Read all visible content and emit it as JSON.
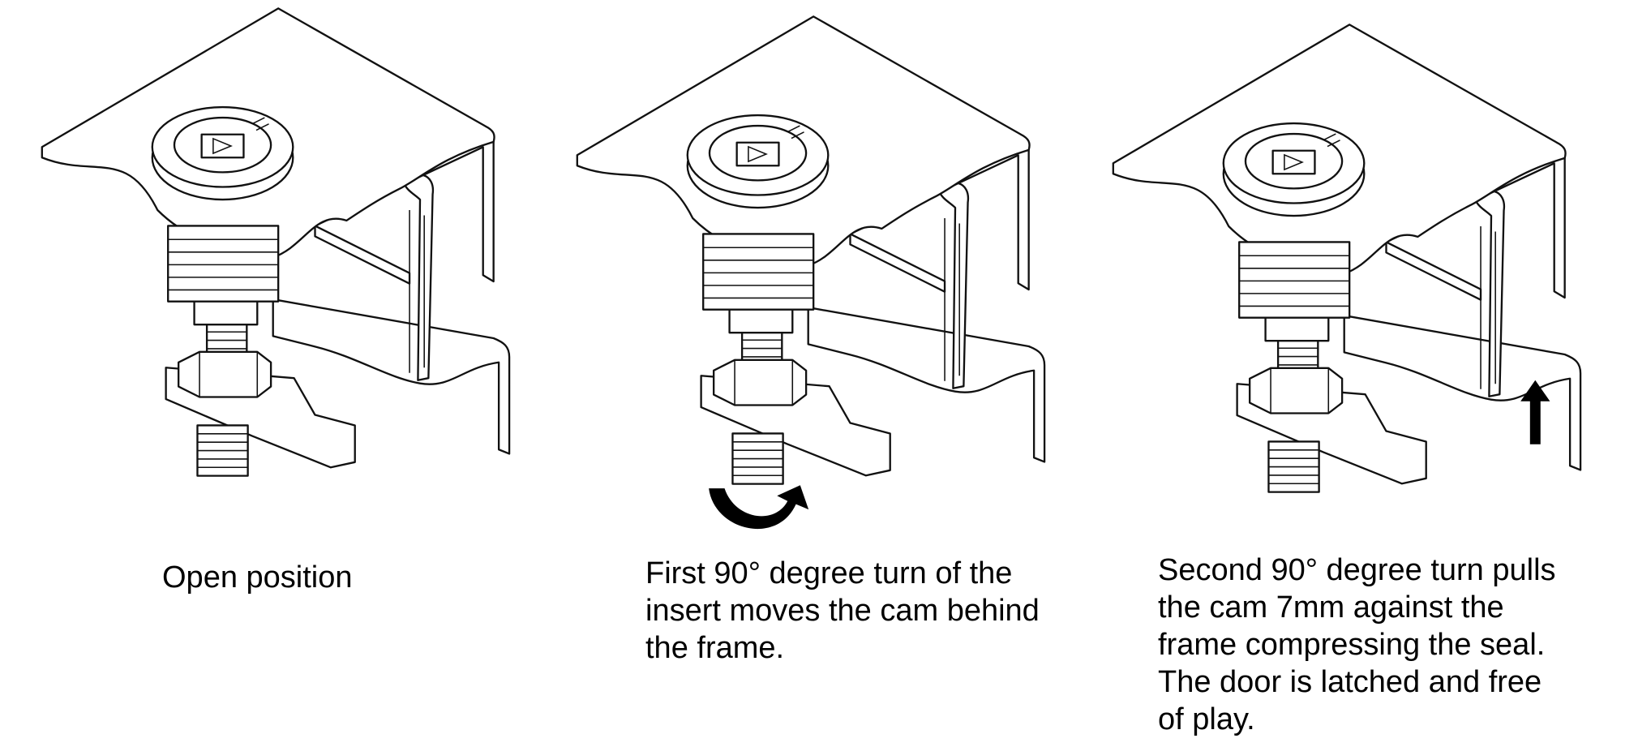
{
  "title": "Cam lock operation steps",
  "steps": [
    {
      "caption_lines": [
        "Open position"
      ],
      "indicator": "none"
    },
    {
      "caption_lines": [
        "First 90° degree turn of the",
        "insert moves the cam behind",
        "the frame."
      ],
      "indicator": "rotate-arrow-icon"
    },
    {
      "caption_lines": [
        "Second 90° degree turn pulls",
        "the cam 7mm against the",
        "frame compressing the seal.",
        "The door is latched and free",
        "of play."
      ],
      "indicator": "up-arrow-icon"
    }
  ]
}
